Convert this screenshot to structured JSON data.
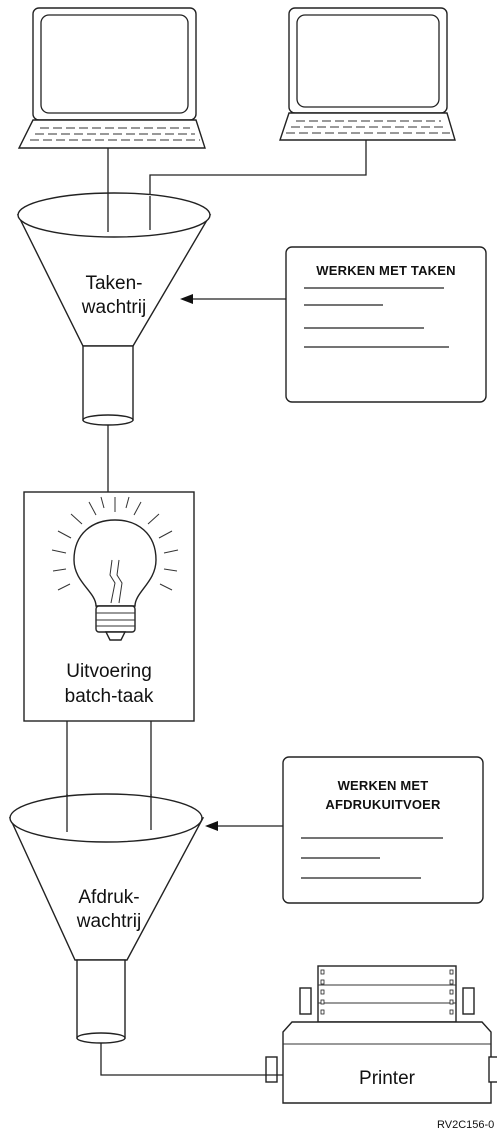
{
  "diagram": {
    "job_queue_label_line1": "Taken-",
    "job_queue_label_line2": "wachtrij",
    "work_with_jobs_title": "WERKEN MET TAKEN",
    "batch_job_label_line1": "Uitvoering",
    "batch_job_label_line2": "batch-taak",
    "work_with_output_title_line1": "WERKEN MET",
    "work_with_output_title_line2": "AFDRUKUITVOER",
    "output_queue_label_line1": "Afdruk-",
    "output_queue_label_line2": "wachtrij",
    "printer_label": "Printer",
    "figure_ref": "RV2C156-0"
  }
}
